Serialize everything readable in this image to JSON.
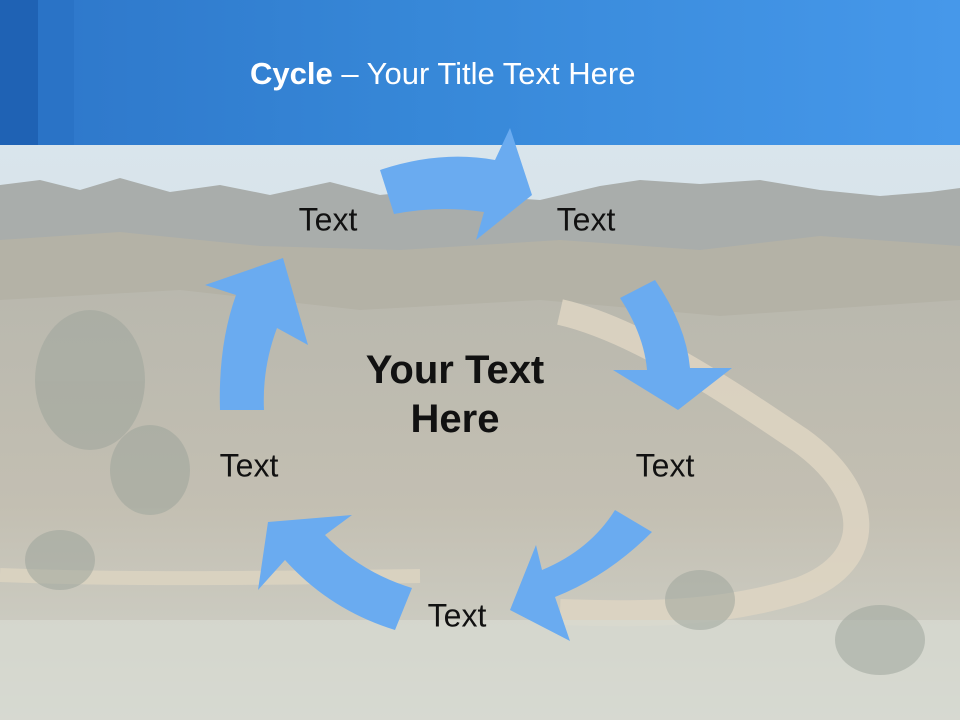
{
  "slide": {
    "title_bold": "Cycle",
    "title_dash": " – ",
    "title_rest": "Your Title Text Here"
  },
  "cycle": {
    "center_text_line1": "Your Text",
    "center_text_line2": "Here",
    "nodes": [
      {
        "label": "Text"
      },
      {
        "label": "Text"
      },
      {
        "label": "Text"
      },
      {
        "label": "Text"
      },
      {
        "label": "Text"
      }
    ]
  },
  "colors": {
    "header": "#3788d8",
    "arrow": "#6aabf0",
    "title_text": "#ffffff"
  }
}
